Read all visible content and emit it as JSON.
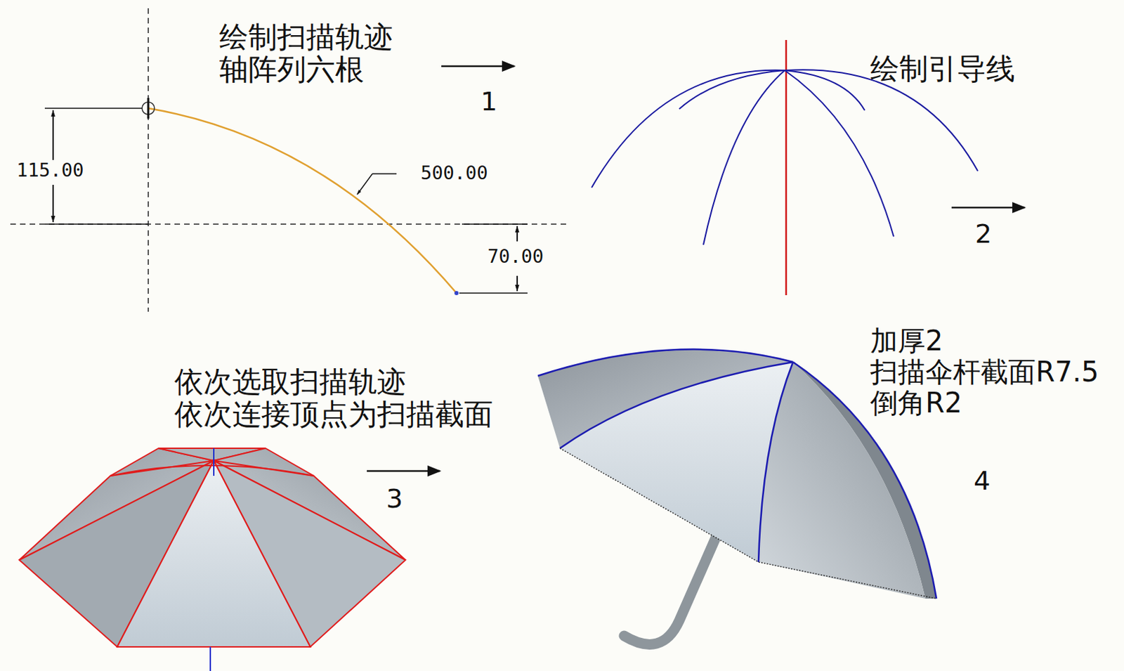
{
  "diagram": {
    "labels": [
      "绘制扫描轨迹 轴阵列六根",
      "1",
      "115.00",
      "500.00",
      "70.00",
      "绘制引导线",
      "2",
      "依次选取扫描轨迹 依次连接顶点为扫描截面",
      "3",
      "加厚2 扫描伞杆截面R7.5 倒角R2",
      "4"
    ]
  }
}
